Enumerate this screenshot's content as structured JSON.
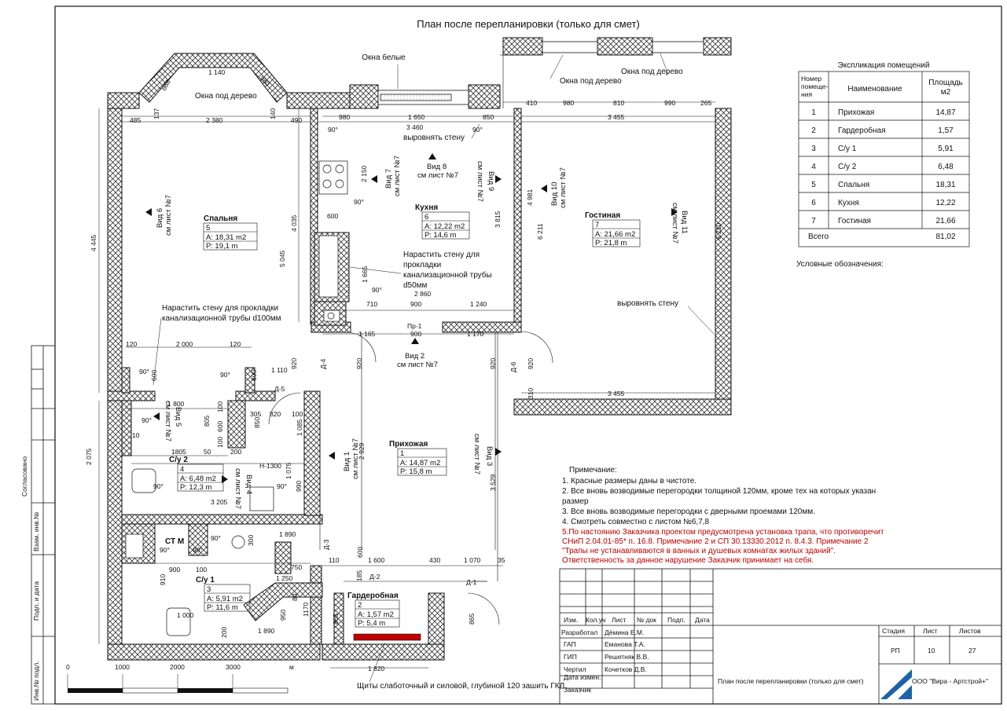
{
  "title": "План после перепланировки (только для смет)",
  "windows": {
    "white": "Окна белые",
    "wood_bay": "Окна под дерево",
    "wood_1": "Окна под дерево",
    "wood_2": "Окна под дерево"
  },
  "rooms": [
    {
      "name": "Спальня",
      "num": "5",
      "area": "А: 18,31 m2",
      "perim": "Р: 19,1 m"
    },
    {
      "name": "Кухня",
      "num": "6",
      "area": "А: 12,22 m2",
      "perim": "Р: 14,6 m"
    },
    {
      "name": "Гостиная",
      "num": "7",
      "area": "А: 21,66 m2",
      "perim": "Р: 21,8 m"
    },
    {
      "name": "Прихожая",
      "num": "1",
      "area": "А: 14,87 m2",
      "perim": "Р: 15,8 m"
    },
    {
      "name": "С/у 2",
      "num": "4",
      "area": "А: 6,48 m2",
      "perim": "Р: 12,3 m"
    },
    {
      "name": "С/у 1",
      "num": "3",
      "area": "А: 5,91 m2",
      "perim": "Р: 11,6 m"
    },
    {
      "name": "Гардеробная",
      "num": "2",
      "area": "А: 1,57 m2",
      "perim": "Р: 5,4 m"
    }
  ],
  "views": {
    "v6": "Вид 6",
    "v7": "Вид 7",
    "v8": "Вид 8",
    "v9": "Вид 9",
    "v10": "Вид 10",
    "v11": "Вид 11",
    "v2": "Вид 2",
    "v1": "Вид 1",
    "v3": "Вид 3",
    "v4": "Вид 4",
    "v5": "Вид 5",
    "ref": "см лист №7"
  },
  "notes_plan": {
    "level_wall": "выровнять стену",
    "build_up_50": "Нарастить стену для прокладки канализационной трубы d50мм",
    "build_up_50_lines": [
      "Нарастить стену для",
      "прокладки",
      "канализационной трубы",
      "d50мм"
    ],
    "build_up_100_lines": [
      "Нарастить стену для прокладки",
      "канализационной трубы d100мм"
    ],
    "level_wall_2": "выровнять стену",
    "shields": "Щиты слаботочный и силовой, глубиной 120 зашить ГКЛ",
    "stm": "СТ М",
    "h1300": "Н-1300"
  },
  "doors": {
    "d1": "Д-1",
    "d2": "Д-2",
    "d3": "Д-3",
    "d4": "Д-4",
    "d5": "Д-5",
    "d6": "Д-6",
    "pr1": "Пр-1"
  },
  "dims": {
    "d1140": "1 140",
    "d868": "868",
    "d980b": "980",
    "d137": "137",
    "d140": "140",
    "d485": "485",
    "d2380": "2 380",
    "d490": "490",
    "d980": "980",
    "d1650": "1 650",
    "d850": "850",
    "d3460": "3 460",
    "d410": "410",
    "d980c": "980",
    "d810": "810",
    "d990": "990",
    "d265": "265",
    "d3455": "3 455",
    "d2150": "2 150",
    "d4035": "4 035",
    "d5045": "5 045",
    "d600": "600",
    "d3815": "3 815",
    "d4981": "4 981",
    "d6211": "6 211",
    "d6210": "6 210",
    "d4445": "4 445",
    "d1665": "1 665",
    "d710": "710",
    "d900": "900",
    "d1240": "1 240",
    "d2860": "2 860",
    "d1165": "1 165",
    "d900b": "900",
    "d1170": "1 170",
    "d120a": "120",
    "d2000": "2 000",
    "d120b": "120",
    "d600b": "600",
    "d600c": "600",
    "d1110": "1 110",
    "d920a": "920",
    "d920b": "920",
    "d920c": "920",
    "d920d": "920",
    "d310": "310",
    "d3455b": "3 455",
    "d1800": "1 800",
    "d805": "805",
    "d100a": "100",
    "d600d": "600",
    "d100b": "100",
    "d305": "305",
    "d820": "820",
    "d100c": "100",
    "d850b": "850",
    "d1085": "1 085",
    "d10": "10",
    "d1805": "1805",
    "d50": "50",
    "d200": "200",
    "d2075": "2 075",
    "d1075": "1 075",
    "d3205": "3 205",
    "d990b": "990",
    "d2929": "2 929",
    "d3529": "3 529",
    "d1890": "1 890",
    "d300": "300",
    "d750": "750",
    "d1250": "1 250",
    "d110": "110",
    "d600e": "600",
    "d1600": "1 600",
    "d430": "430",
    "d1070": "1 070",
    "d35": "35",
    "d185": "185",
    "d900c": "900",
    "d100d": "100",
    "d910": "910",
    "d1000": "1 000",
    "d950": "950",
    "d80": "80",
    "d1170b": "1170",
    "d200b": "200",
    "d1890b": "1 890",
    "d865a": "865",
    "d865b": "865",
    "d1820": "1 820",
    "ang90": "90°"
  },
  "scale": {
    "s0": "0",
    "s1000": "1000",
    "s2000": "2000",
    "s3000": "3000",
    "unit": "м"
  },
  "explication": {
    "title": "Экспликация помещений",
    "head_num_lines": [
      "Номер",
      "помеще-",
      "ния"
    ],
    "head_name": "Наименование",
    "head_area_lines": [
      "Площадь",
      "м2"
    ],
    "rows": [
      [
        "1",
        "Прихожая",
        "14,87"
      ],
      [
        "2",
        "Гардеробная",
        "1,57"
      ],
      [
        "3",
        "С/у 1",
        "5,91"
      ],
      [
        "4",
        "С/у 2",
        "6,48"
      ],
      [
        "5",
        "Спальня",
        "18,31"
      ],
      [
        "6",
        "Кухня",
        "12,22"
      ],
      [
        "7",
        "Гостиная",
        "21,66"
      ]
    ],
    "total_label": "Всего",
    "total_value": "81,02"
  },
  "legend_title": "Условные обозначения:",
  "notes": {
    "head": "Примечание:",
    "lines": [
      "1. Красные размеры даны в чистоте.",
      "2. Все вновь возводимые перегородки толщиной 120мм, кроме тех на которых указан",
      "размер",
      "3. Все вновь возводимые перегородки с дверными проемами 120мм.",
      "4. Смотреть совместно с листом №6,7,8"
    ],
    "red_lines": [
      "5.По настоянию Заказчика проектом предусмотрена установка трапа, что противоречит",
      "СНиП 2.04.01-85* п. 16.8. Примечание 2 и СП 30.13330.2012 п. 8.4.3. Примечание 2",
      "\"Трапы не устанавливаются в ванных и душевых комнатах жилых зданий\".",
      "Ответственность за данное нарушение Заказчик принимает на себя."
    ]
  },
  "stamp": {
    "cols": [
      "Изм.",
      "Кол.уч",
      "Лист",
      "№ док",
      "Подп.",
      "Дата"
    ],
    "roles": [
      {
        "role": "Разработал",
        "name": "Дёмина Е.М."
      },
      {
        "role": "ГАП",
        "name": "Еманова Т.А."
      },
      {
        "role": "ГИП",
        "name": "Решетняк В.В."
      },
      {
        "role": "Чертил",
        "name": "Кочетков Д.В."
      },
      {
        "role": "Дата измен.",
        "name": ""
      },
      {
        "role": "Заказчик",
        "name": ""
      }
    ],
    "stage_h": "Стадия",
    "sheet_h": "Лист",
    "sheets_h": "Листов",
    "stage": "РП",
    "sheet": "10",
    "sheets": "27",
    "drawing_title": "План после перепланировки (только для смет)",
    "company": "ООО \"Вира - Артстрой+\""
  },
  "side": {
    "agreed": "Согласовано",
    "inv_sub": "Взам. инв.№",
    "sign_date": "Подп. и дата",
    "inv_orig": "Инв.№ подл."
  }
}
